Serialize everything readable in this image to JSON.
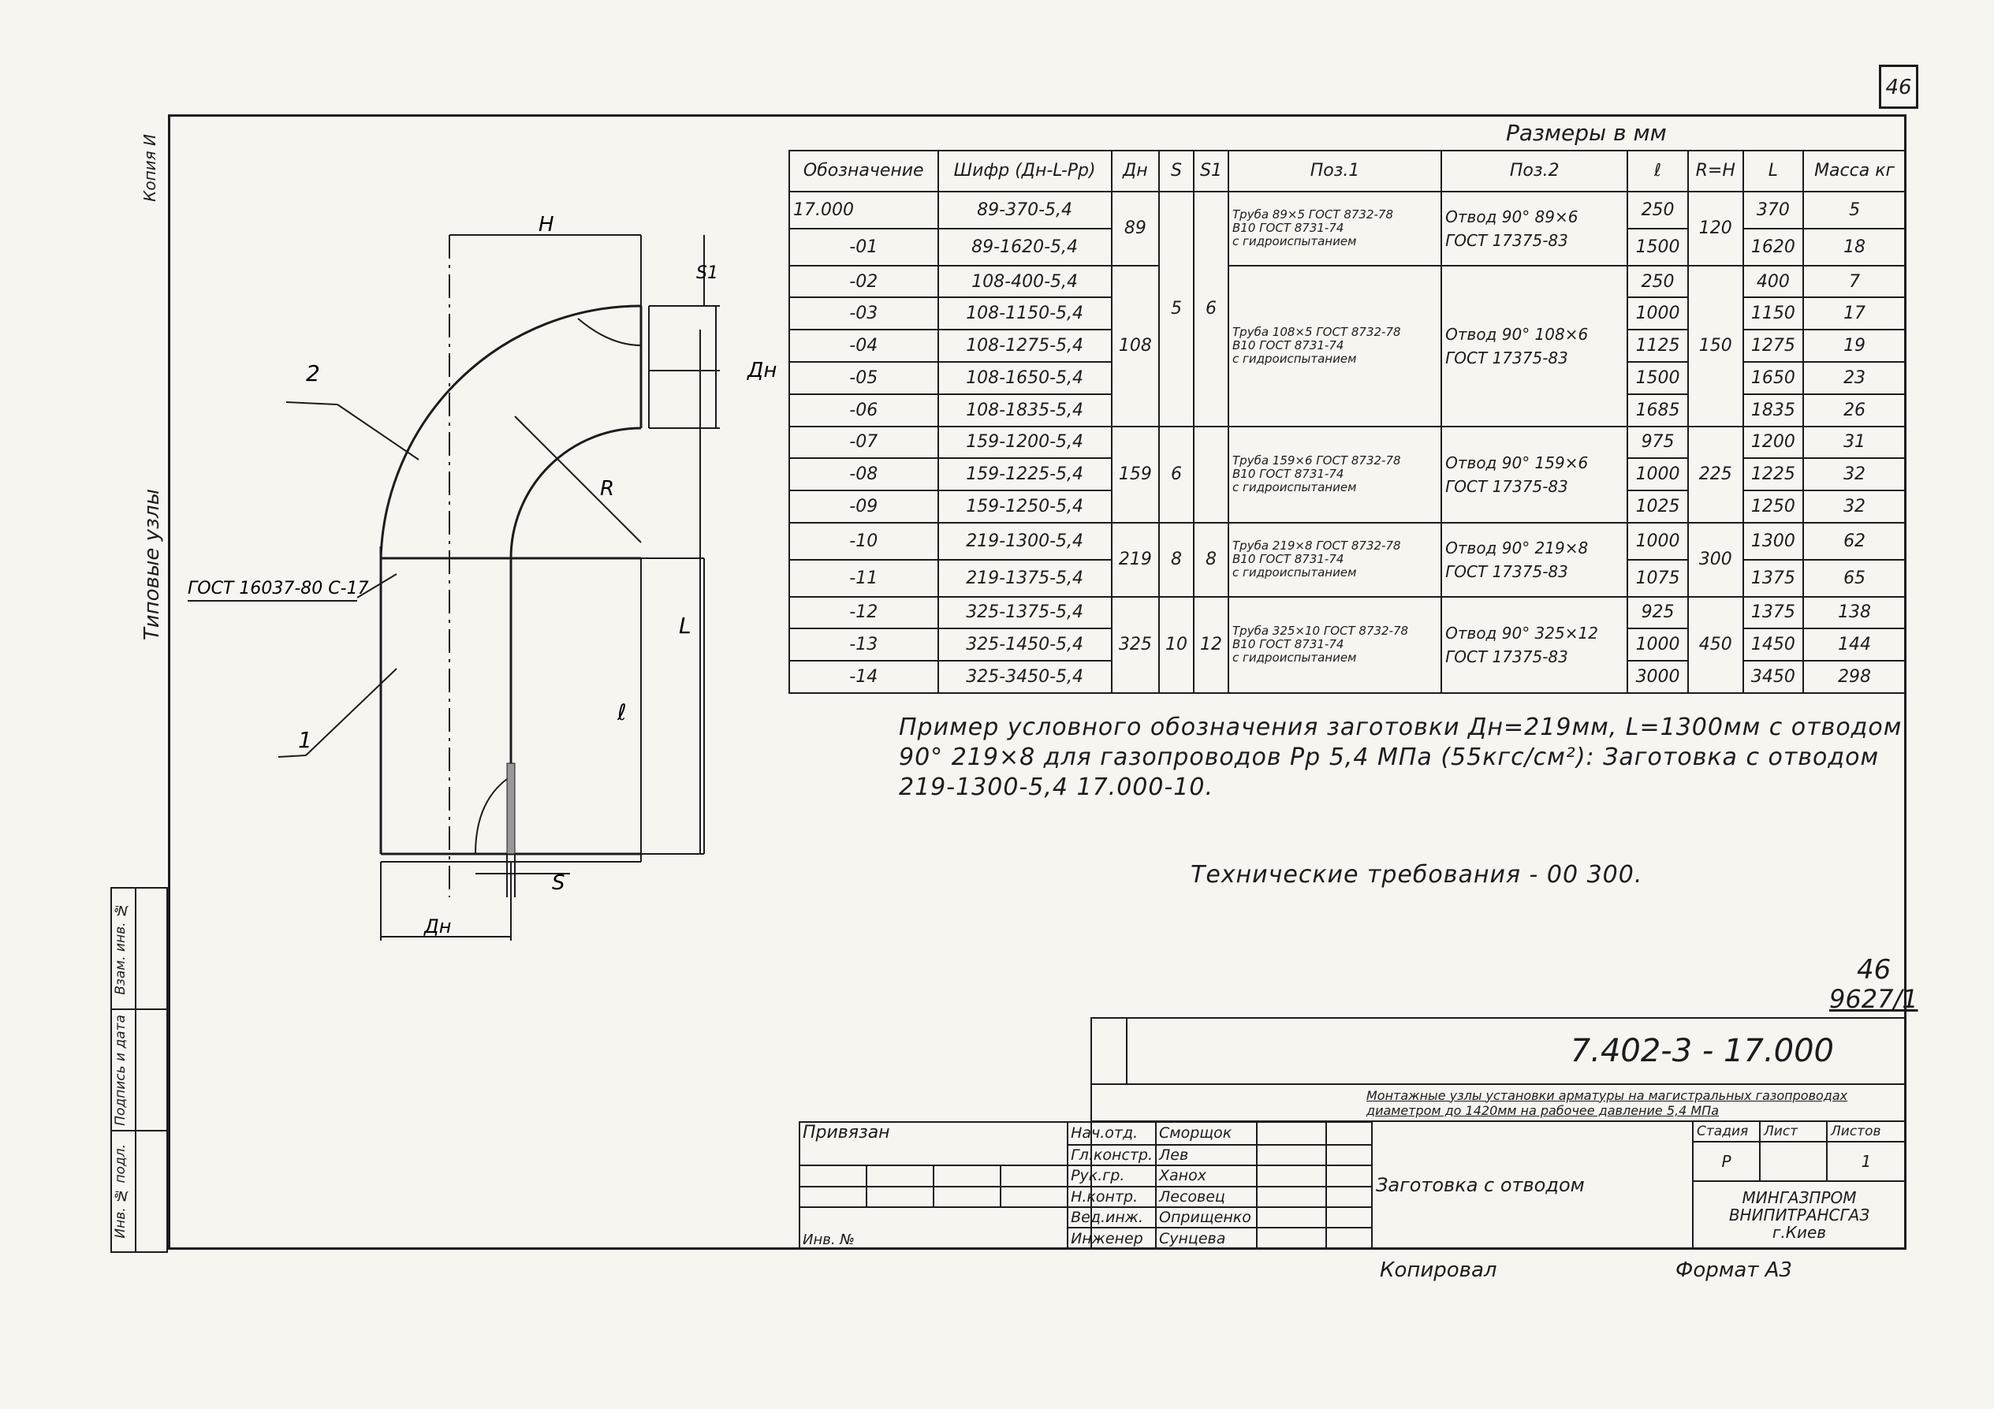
{
  "sheet_number": "46",
  "left_margin": {
    "top_label": "Копия И",
    "mid_label": "Типовые узлы",
    "side_cells": [
      "Инв. № подл.",
      "Подпись и дата",
      "Взам. инв. №"
    ]
  },
  "drawing": {
    "dims": {
      "h": "H",
      "s1": "S1",
      "dn_right": "Дн",
      "r": "R",
      "l_big": "L",
      "l_small": "ℓ",
      "s": "S",
      "dn_bottom": "Дн"
    },
    "callouts": {
      "part2": "2",
      "part1": "1",
      "weld": "ГОСТ 16037-80 С-17"
    }
  },
  "table": {
    "title": "Размеры в мм",
    "headers": [
      "Обозначение",
      "Шифр (Дн-L-Рр)",
      "Дн",
      "S",
      "S1",
      "Поз.1",
      "Поз.2",
      "ℓ",
      "R=H",
      "L",
      "Масса кг"
    ],
    "codes": [
      "17.000",
      "-01",
      "-02",
      "-03",
      "-04",
      "-05",
      "-06",
      "-07",
      "-08",
      "-09",
      "-10",
      "-11",
      "-12",
      "-13",
      "-14"
    ],
    "ciphers": [
      "89-370-5,4",
      "89-1620-5,4",
      "108-400-5,4",
      "108-1150-5,4",
      "108-1275-5,4",
      "108-1650-5,4",
      "108-1835-5,4",
      "159-1200-5,4",
      "159-1225-5,4",
      "159-1250-5,4",
      "219-1300-5,4",
      "219-1375-5,4",
      "325-1375-5,4",
      "325-1450-5,4",
      "325-3450-5,4"
    ],
    "dn": [
      "89",
      "108",
      "159",
      "219",
      "325"
    ],
    "s": [
      "5",
      "6",
      "8",
      "10"
    ],
    "s1": [
      "6",
      "8",
      "12"
    ],
    "pos1": [
      [
        "Труба 89×5 ГОСТ 8732-78",
        "В10 ГОСТ 8731-74",
        "с гидроиспытанием"
      ],
      [
        "Труба 108×5 ГОСТ 8732-78",
        "В10 ГОСТ 8731-74",
        "с гидроиспытанием"
      ],
      [
        "Труба 159×6 ГОСТ 8732-78",
        "В10 ГОСТ 8731-74",
        "с гидроиспытанием"
      ],
      [
        "Труба 219×8 ГОСТ 8732-78",
        "В10 ГОСТ 8731-74",
        "с гидроиспытанием"
      ],
      [
        "Труба 325×10 ГОСТ 8732-78",
        "В10 ГОСТ 8731-74",
        "с гидроиспытанием"
      ]
    ],
    "pos2": [
      [
        "Отвод 90° 89×6",
        "ГОСТ 17375-83"
      ],
      [
        "Отвод 90° 108×6",
        "ГОСТ 17375-83"
      ],
      [
        "Отвод 90° 159×6",
        "ГОСТ 17375-83"
      ],
      [
        "Отвод 90° 219×8",
        "ГОСТ 17375-83"
      ],
      [
        "Отвод 90° 325×12",
        "ГОСТ 17375-83"
      ]
    ],
    "l": [
      "250",
      "1500",
      "250",
      "1000",
      "1125",
      "1500",
      "1685",
      "975",
      "1000",
      "1025",
      "1000",
      "1075",
      "925",
      "1000",
      "3000"
    ],
    "rh": [
      "120",
      "150",
      "225",
      "300",
      "450"
    ],
    "lbig": [
      "370",
      "1620",
      "400",
      "1150",
      "1275",
      "1650",
      "1835",
      "1200",
      "1225",
      "1250",
      "1300",
      "1375",
      "1375",
      "1450",
      "3450"
    ],
    "mass": [
      "5",
      "18",
      "7",
      "17",
      "19",
      "23",
      "26",
      "31",
      "32",
      "32",
      "62",
      "65",
      "138",
      "144",
      "298"
    ]
  },
  "note": {
    "line1": "Пример условного обозначения заготовки Дн=219мм, L=1300мм с отводом",
    "line2": "90° 219×8 для газопроводов Рр 5,4 МПа (55кгс/см²): Заготовка с отводом",
    "line3": "219-1300-5,4   17.000-10.",
    "tech": "Технические требования - 00 300."
  },
  "ref": {
    "page": "46",
    "code": "9627/1"
  },
  "title_block": {
    "designation": "7.402-3 - 17.000",
    "project": "Монтажные узлы установки арматуры на магистральных газопроводах диаметром до 1420мм на рабочее давление 5,4 МПа",
    "name": "Заготовка с отводом",
    "stage_h": "Стадия",
    "sheet_h": "Лист",
    "sheets_h": "Листов",
    "stage": "Р",
    "sheet": "",
    "sheets": "1",
    "org1": "МИНГАЗПРОМ",
    "org2": "ВНИПИТРАНСГАЗ",
    "org3": "г.Киев",
    "copied": "Копировал",
    "format": "Формат А3"
  },
  "staff": {
    "privyazan": "Привязан",
    "inv": "Инв. №",
    "roles": [
      "Нач.отд.",
      "Гл.констр.",
      "Рук.гр.",
      "Н.контр.",
      "Вед.инж.",
      "Инженер"
    ],
    "names": [
      "Сморщок",
      "Лев",
      "Ханох",
      "Лесовец",
      "Оприщенко",
      "Сунцева"
    ]
  }
}
